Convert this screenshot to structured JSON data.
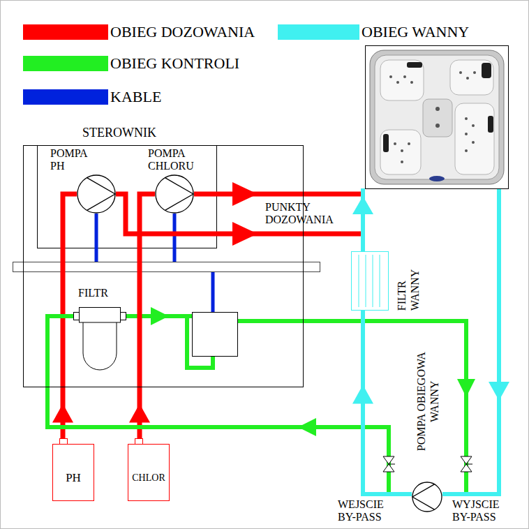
{
  "diagram": {
    "nodes": [
      {
        "text": [
          "STEROWNIK"
        ]
      },
      {
        "text": [
          "POMPA PH"
        ],
        "in": 0
      },
      {
        "text": [
          "POMPA CHLORU"
        ],
        "in": 0
      },
      {
        "text": [
          "FILTR WANNY"
        ]
      },
      {
        "text": [
          "FILTR"
        ],
        "in": 0
      },
      {
        "text": [
          "PH"
        ]
      },
      {
        "text": [
          "CHLOR"
        ]
      },
      {
        "text": [
          "POMPA OBIEGOWA WANNY"
        ]
      }
    ],
    "edges": [
      {
        "from": 5,
        "to": 1,
        "arrow": "to"
      },
      {
        "from": 6,
        "to": 2,
        "arrow": "to"
      },
      {
        "from": 7,
        "to": 4,
        "arrow": "to"
      },
      {
        "from": 7,
        "to": 3,
        "arrow": "to"
      }
    ],
    "labels": [
      "PUNKTY DOZOWANIA",
      "WEJSCIE BY-PASS",
      "WYJSCIE BY-PASS"
    ],
    "legend": [
      {
        "text": "OBIEG DOZOWANIA",
        "color": "#ff0000"
      },
      {
        "text": "OBIEG WANNY",
        "color": "#40f0f0"
      },
      {
        "text": "OBIEG KONTROLI",
        "color": "#22ee22"
      },
      {
        "text": "KABLE",
        "color": "#0022dd"
      }
    ]
  }
}
